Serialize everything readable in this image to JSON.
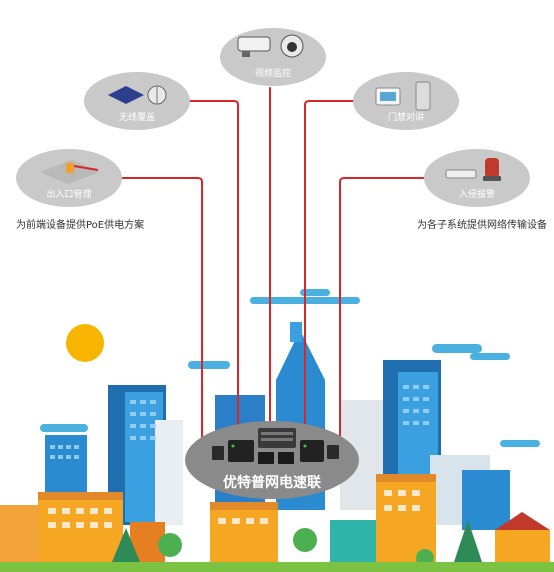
{
  "nodes": {
    "video": "视频监控",
    "wireless": "无线覆盖",
    "access": "门禁对讲",
    "parking": "出入口管理",
    "intrusion": "入侵报警"
  },
  "notes": {
    "left": "为前端设备提供PoE供电方案",
    "right": "为各子系统提供网络传输设备"
  },
  "hub": {
    "title": "优特普网电速联"
  },
  "colors": {
    "connector": "#d9262b",
    "node_bg": "#c9c9c9",
    "hub_bg": "#8a8a8a",
    "sky_cloud": "#4ab0e0",
    "sun": "#f7b500",
    "grass": "#7cc242"
  }
}
